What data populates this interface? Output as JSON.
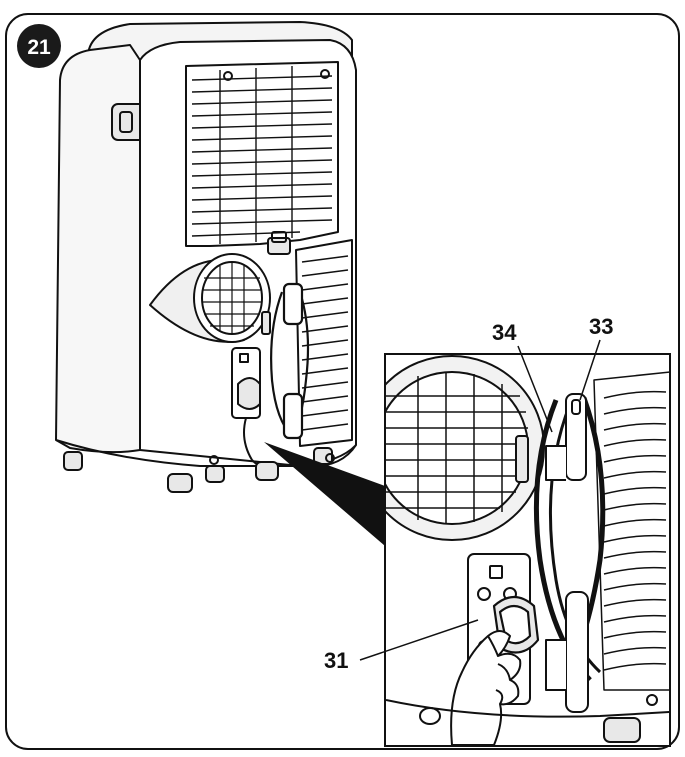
{
  "figure": {
    "step_number": "21",
    "callouts": [
      {
        "id": "callout-34",
        "label": "34"
      },
      {
        "id": "callout-33",
        "label": "33"
      },
      {
        "id": "callout-31",
        "label": "31"
      }
    ]
  },
  "colors": {
    "line": "#111111",
    "background": "#ffffff",
    "badge": "#1a1a1a",
    "shade": "#e8e8e8"
  },
  "icons": {
    "unit": "portable-air-conditioner-drawing",
    "detail": "drain-cap-removal-detail-drawing",
    "hand": "hand-icon"
  }
}
